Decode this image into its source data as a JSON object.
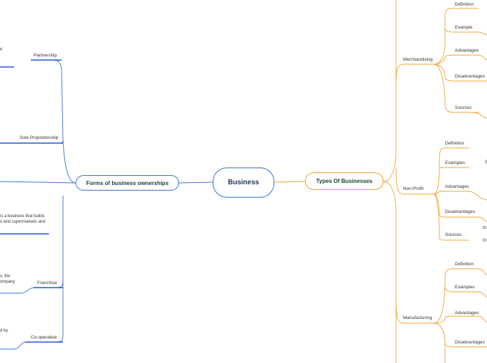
{
  "root": {
    "label": "Business"
  },
  "left_branch": {
    "label": "Forms of business ownerships",
    "color": "#3a6fd8",
    "children": [
      "Partnership",
      "Sole Proprietorship",
      "Franchise",
      "Co-operative"
    ],
    "fragments": [
      "e",
      "is a business that builds",
      "o and supermarkets and",
      "s, the",
      "ompany",
      "d by"
    ]
  },
  "right_branch": {
    "label": "Types Of Businesses",
    "color": "#f0a030",
    "groups": [
      {
        "label": "Merchandising",
        "children": [
          "Definition",
          "Example",
          "Advantages",
          "Disadvantages",
          "Sources"
        ]
      },
      {
        "label": "Non-Profit",
        "children": [
          "Definition",
          "Examples",
          "Advantages",
          "Disadvantages",
          "Sources"
        ]
      },
      {
        "label": "Manufacturing",
        "children": [
          "Definition",
          "Examples",
          "Advantages",
          "Disadvantages"
        ]
      }
    ],
    "fragments": [
      "S",
      "ht",
      "ht"
    ]
  }
}
